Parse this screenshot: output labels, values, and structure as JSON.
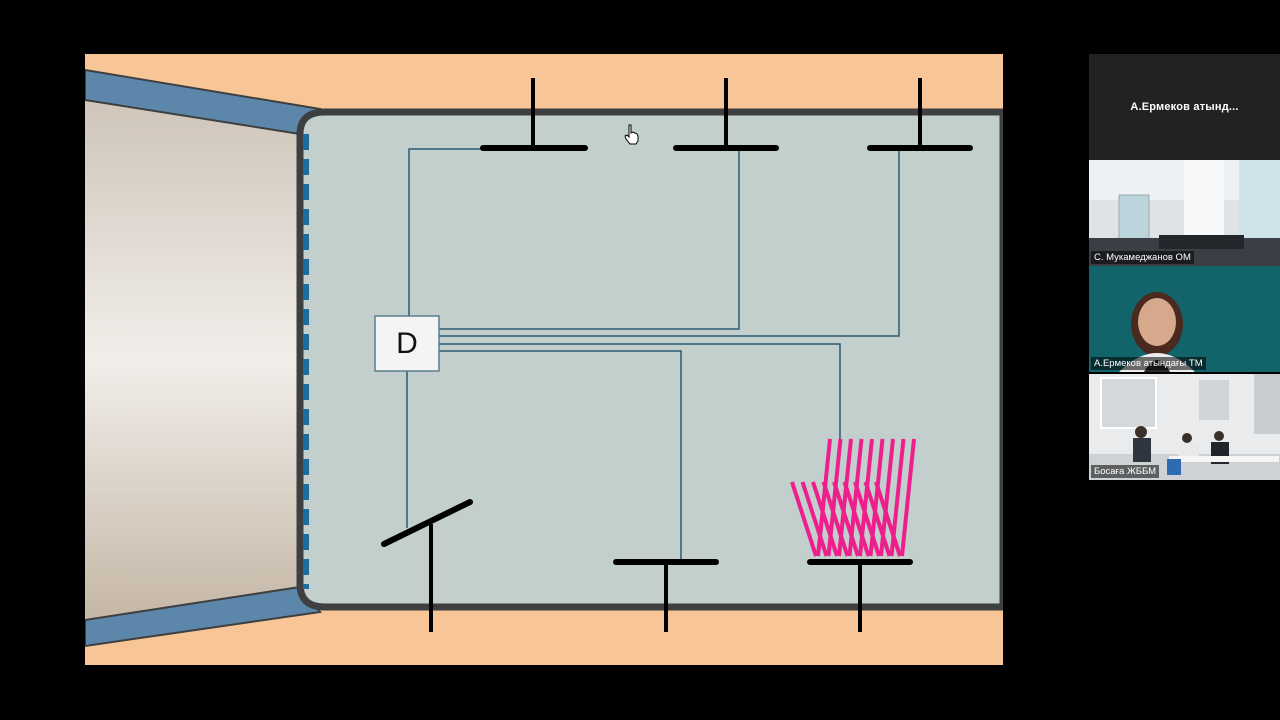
{
  "presentation": {
    "device_label": "D",
    "colors": {
      "background": "#000000",
      "outer_ground": "#f8c596",
      "room_fill": "#c3cfcd",
      "wall": "#3d3f40",
      "door_panel": "#5d87aa",
      "door_line": "#1d6c9e",
      "wire": "#2a5a73",
      "laser": "#ee1e8c"
    }
  },
  "participants": {
    "active_speaker": "А.Ермеков атынд...",
    "tiles": [
      {
        "name": "С. Мукамеджанов ОМ"
      },
      {
        "name": "А.Ермеков атындағы ТМ"
      },
      {
        "name": "Босаға ЖББМ"
      }
    ]
  }
}
